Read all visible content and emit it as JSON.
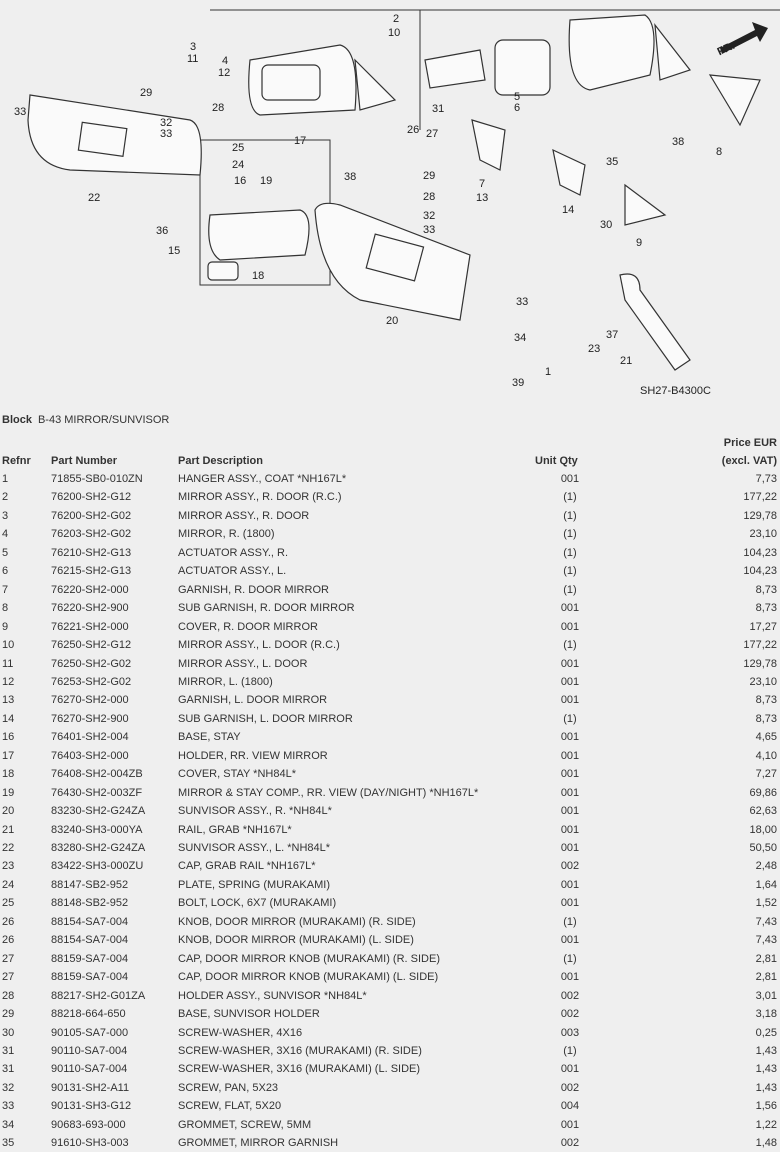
{
  "diagram": {
    "code": "SH27-B4300C",
    "direction": "FR.",
    "callouts": [
      "33",
      "29",
      "28",
      "32",
      "33",
      "3",
      "11",
      "4",
      "12",
      "2",
      "10",
      "5",
      "6",
      "31",
      "26",
      "27",
      "17",
      "38",
      "25",
      "24",
      "16",
      "19",
      "29",
      "28",
      "32",
      "33",
      "7",
      "13",
      "14",
      "35",
      "30",
      "9",
      "8",
      "38",
      "22",
      "36",
      "15",
      "18",
      "20",
      "33",
      "34",
      "1",
      "39",
      "37",
      "23",
      "21"
    ]
  },
  "block": {
    "label": "Block",
    "title": "B-43 MIRROR/SUNVISOR"
  },
  "headers": {
    "refnr": "Refnr",
    "part_number": "Part Number",
    "description": "Part Description",
    "qty": "Unit Qty",
    "price_line1": "Price EUR",
    "price_line2": "(excl. VAT)"
  },
  "rows": [
    [
      "1",
      "71855-SB0-010ZN",
      "HANGER ASSY., COAT *NH167L*",
      "001",
      "7,73"
    ],
    [
      "2",
      "76200-SH2-G12",
      "MIRROR ASSY., R. DOOR (R.C.)",
      "(1)",
      "177,22"
    ],
    [
      "3",
      "76200-SH2-G02",
      "MIRROR ASSY., R. DOOR",
      "(1)",
      "129,78"
    ],
    [
      "4",
      "76203-SH2-G02",
      "MIRROR, R. (1800)",
      "(1)",
      "23,10"
    ],
    [
      "5",
      "76210-SH2-G13",
      "ACTUATOR ASSY., R.",
      "(1)",
      "104,23"
    ],
    [
      "6",
      "76215-SH2-G13",
      "ACTUATOR ASSY., L.",
      "(1)",
      "104,23"
    ],
    [
      "7",
      "76220-SH2-000",
      "GARNISH, R. DOOR MIRROR",
      "(1)",
      "8,73"
    ],
    [
      "8",
      "76220-SH2-900",
      "SUB GARNISH, R. DOOR MIRROR",
      "001",
      "8,73"
    ],
    [
      "9",
      "76221-SH2-000",
      "COVER, R. DOOR MIRROR",
      "001",
      "17,27"
    ],
    [
      "10",
      "76250-SH2-G12",
      "MIRROR ASSY., L. DOOR (R.C.)",
      "(1)",
      "177,22"
    ],
    [
      "11",
      "76250-SH2-G02",
      "MIRROR ASSY., L. DOOR",
      "001",
      "129,78"
    ],
    [
      "12",
      "76253-SH2-G02",
      "MIRROR, L. (1800)",
      "001",
      "23,10"
    ],
    [
      "13",
      "76270-SH2-000",
      "GARNISH, L. DOOR MIRROR",
      "001",
      "8,73"
    ],
    [
      "14",
      "76270-SH2-900",
      "SUB GARNISH, L. DOOR MIRROR",
      "(1)",
      "8,73"
    ],
    [
      "16",
      "76401-SH2-004",
      "BASE, STAY",
      "001",
      "4,65"
    ],
    [
      "17",
      "76403-SH2-000",
      "HOLDER, RR. VIEW MIRROR",
      "001",
      "4,10"
    ],
    [
      "18",
      "76408-SH2-004ZB",
      "COVER, STAY *NH84L*",
      "001",
      "7,27"
    ],
    [
      "19",
      "76430-SH2-003ZF",
      "MIRROR & STAY COMP., RR. VIEW (DAY/NIGHT) *NH167L*",
      "001",
      "69,86"
    ],
    [
      "20",
      "83230-SH2-G24ZA",
      "SUNVISOR ASSY., R. *NH84L*",
      "001",
      "62,63"
    ],
    [
      "21",
      "83240-SH3-000YA",
      "RAIL, GRAB *NH167L*",
      "001",
      "18,00"
    ],
    [
      "22",
      "83280-SH2-G24ZA",
      "SUNVISOR ASSY., L. *NH84L*",
      "001",
      "50,50"
    ],
    [
      "23",
      "83422-SH3-000ZU",
      "CAP, GRAB RAIL *NH167L*",
      "002",
      "2,48"
    ],
    [
      "24",
      "88147-SB2-952",
      "PLATE, SPRING (MURAKAMI)",
      "001",
      "1,64"
    ],
    [
      "25",
      "88148-SB2-952",
      "BOLT, LOCK, 6X7 (MURAKAMI)",
      "001",
      "1,52"
    ],
    [
      "26",
      "88154-SA7-004",
      "KNOB, DOOR MIRROR (MURAKAMI) (R. SIDE)",
      "(1)",
      "7,43"
    ],
    [
      "26",
      "88154-SA7-004",
      "KNOB, DOOR MIRROR (MURAKAMI) (L. SIDE)",
      "001",
      "7,43"
    ],
    [
      "27",
      "88159-SA7-004",
      "CAP, DOOR MIRROR KNOB (MURAKAMI) (R. SIDE)",
      "(1)",
      "2,81"
    ],
    [
      "27",
      "88159-SA7-004",
      "CAP, DOOR MIRROR KNOB (MURAKAMI) (L. SIDE)",
      "001",
      "2,81"
    ],
    [
      "28",
      "88217-SH2-G01ZA",
      "HOLDER ASSY., SUNVISOR *NH84L*",
      "002",
      "3,01"
    ],
    [
      "29",
      "88218-664-650",
      "BASE, SUNVISOR HOLDER",
      "002",
      "3,18"
    ],
    [
      "30",
      "90105-SA7-000",
      "SCREW-WASHER, 4X16",
      "003",
      "0,25"
    ],
    [
      "31",
      "90110-SA7-004",
      "SCREW-WASHER, 3X16 (MURAKAMI) (R. SIDE)",
      "(1)",
      "1,43"
    ],
    [
      "31",
      "90110-SA7-004",
      "SCREW-WASHER, 3X16 (MURAKAMI) (L. SIDE)",
      "001",
      "1,43"
    ],
    [
      "32",
      "90131-SH2-A11",
      "SCREW, PAN, 5X23",
      "002",
      "1,43"
    ],
    [
      "33",
      "90131-SH3-G12",
      "SCREW, FLAT, 5X20",
      "004",
      "1,56"
    ],
    [
      "34",
      "90683-693-000",
      "GROMMET, SCREW, 5MM",
      "001",
      "1,22"
    ],
    [
      "35",
      "91610-SH3-003",
      "GROMMET, MIRROR GARNISH",
      "002",
      "1,48"
    ]
  ]
}
